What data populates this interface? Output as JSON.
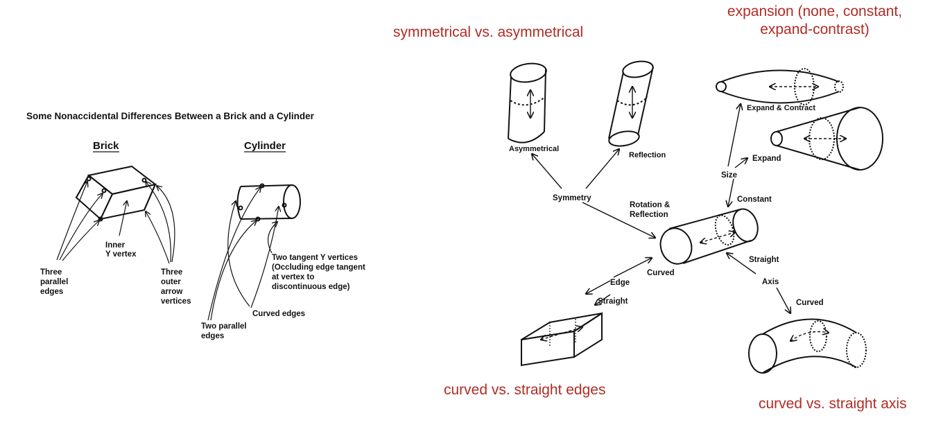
{
  "left_figure": {
    "title": "Some Nonaccidental Differences Between a Brick and a Cylinder",
    "brick_header": "Brick",
    "cylinder_header": "Cylinder",
    "inner_y_vertex": [
      "Inner",
      "Y vertex"
    ],
    "three_parallel_edges": [
      "Three",
      "parallel",
      "edges"
    ],
    "three_outer_arrow_vertices": [
      "Three",
      "outer",
      "arrow",
      "vertices"
    ],
    "two_tangent_y_vertices": [
      "Two tangent Y vertices",
      "(Occluding edge tangent",
      "at vertex to",
      "discontinuous edge)"
    ],
    "curved_edges": "Curved edges",
    "two_parallel_edges": [
      "Two parallel",
      "edges"
    ]
  },
  "right_figure": {
    "asymmetrical": "Asymmetrical",
    "reflection": "Reflection",
    "symmetry": "Symmetry",
    "rotation_reflection": [
      "Rotation &",
      "Reflection"
    ],
    "expand_contract": "Expand & Contract",
    "expand": "Expand",
    "size": "Size",
    "constant": "Constant",
    "curved_center": "Curved",
    "edge": "Edge",
    "straight_edge": "Straight",
    "straight_axis": "Straight",
    "axis": "Axis",
    "curved_axis": "Curved"
  },
  "annotations": {
    "symmetry_note": "symmetrical vs. asymmetrical",
    "expansion_note_line1": "expansion (none, constant,",
    "expansion_note_line2": "expand-contrast)",
    "edges_note": "curved vs. straight edges",
    "axis_note": "curved vs. straight axis"
  },
  "colors": {
    "annotation_red": "#b22b24",
    "line_black": "#111111"
  }
}
